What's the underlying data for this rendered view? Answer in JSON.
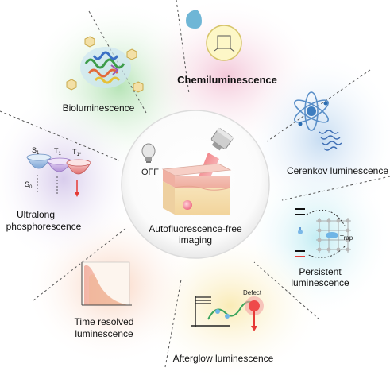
{
  "center": {
    "off_label": "OFF",
    "title_line1": "Autofluorescence-free",
    "title_line2": "imaging"
  },
  "segments": {
    "bioluminescence": "Bioluminescence",
    "chemiluminescence": "Chemiluminescence",
    "cerenkov": "Cerenkov luminescence",
    "persistent_line1": "Persistent",
    "persistent_line2": "luminescence",
    "afterglow": "Afterglow luminescence",
    "time_resolved_line1": "Time resolved",
    "time_resolved_line2": "luminescence",
    "ultralong_line1": "Ultralong",
    "ultralong_line2": "phosphorescence"
  },
  "icon_labels": {
    "s1": "S",
    "s1_sub": "1",
    "t1": "T",
    "t1_sub": "1",
    "t1_star": "T",
    "t1_star_sub": "1*",
    "s0": "S",
    "s0_sub": "0",
    "trap": "Trap",
    "defect": "Defect"
  },
  "colors": {
    "bio_green": "#bfe7bf",
    "chemi_pink": "#f6d3e1",
    "cerenkov_blue": "#cfe2f3",
    "persistent_cyan": "#c9eef4",
    "afterglow_yellow": "#fbeec2",
    "time_peach": "#fbd9c5",
    "ultralong_purple": "#ddd3ee"
  }
}
